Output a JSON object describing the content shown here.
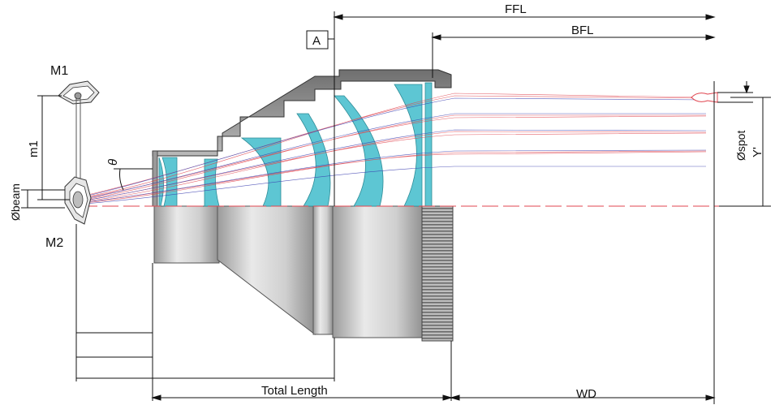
{
  "labels": {
    "ffl": "FFL",
    "bfl": "BFL",
    "datum": "A",
    "m1": "M1",
    "m2": "M2",
    "m1_dim": "m1",
    "beam": "Øbeam",
    "theta": "θ",
    "spot": "Øspot",
    "image_height": "Y'",
    "total_length": "Total Length",
    "wd": "WD"
  },
  "colors": {
    "lens_glass": "#5dc6d3",
    "housing_dark": "#8a8a8a",
    "housing_light": "#d9d9d9",
    "ray_red": "#e0454f",
    "ray_blue": "#3b3fb0",
    "axis": "#e0454f"
  }
}
